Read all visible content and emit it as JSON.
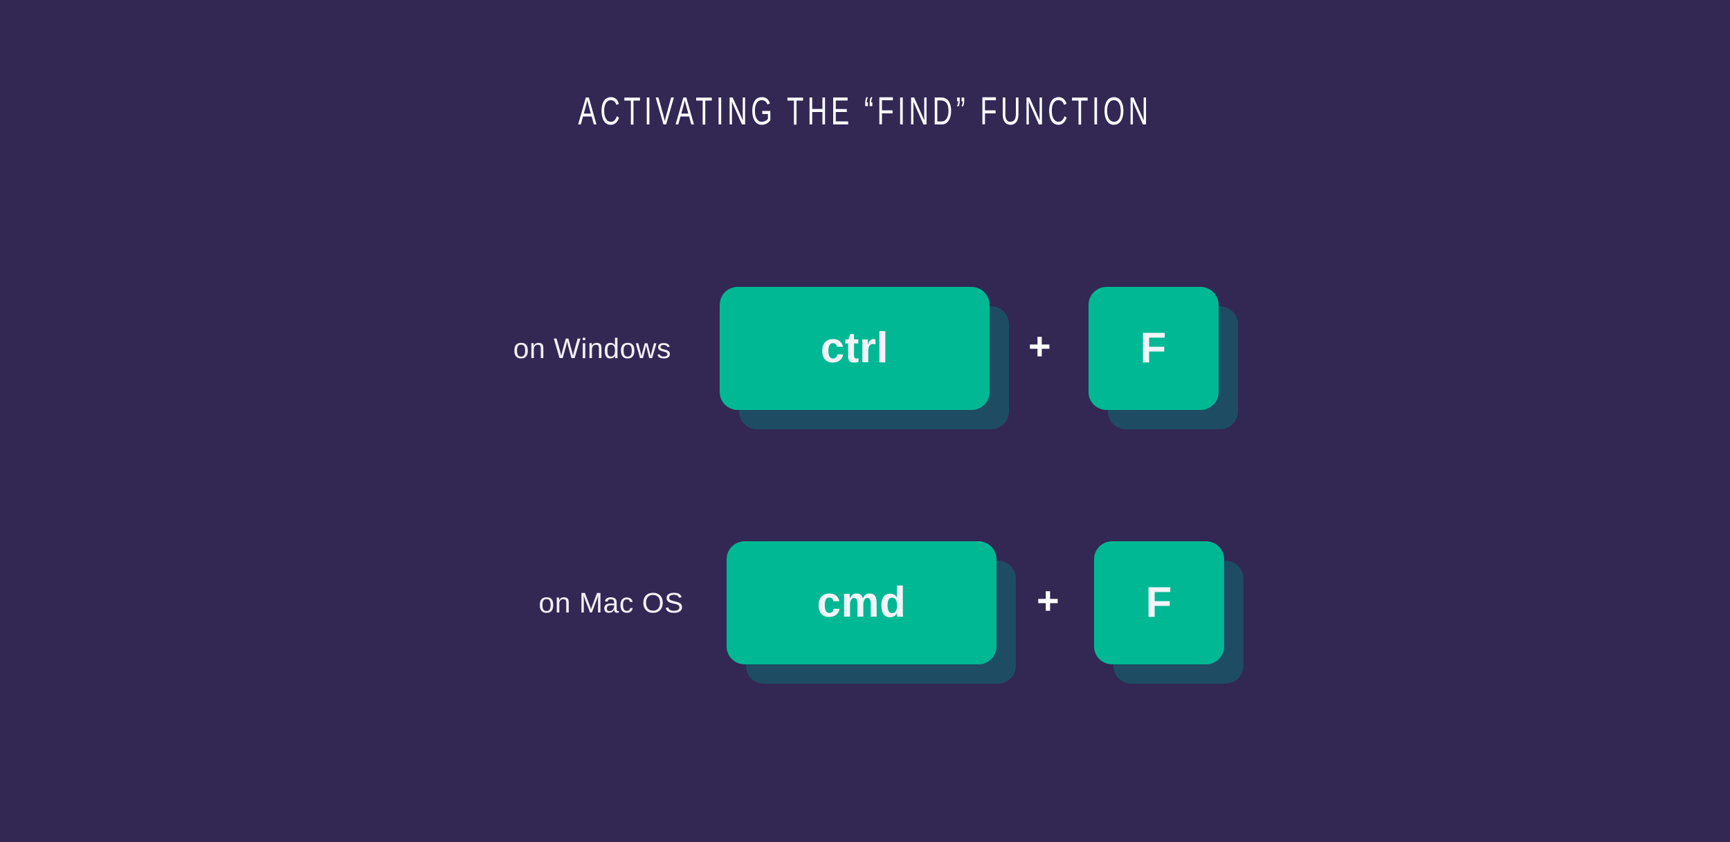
{
  "slide": {
    "background_color": "#332754",
    "title": "ACTIVATING THE “FIND” FUNCTION"
  },
  "colors": {
    "background": "#332754",
    "key_face": "#00b894",
    "key_shadow": "#1e4d63",
    "text": "#ffffff",
    "key_label": "#f2f4f8"
  },
  "rows": [
    {
      "os_label": "on Windows",
      "keys": [
        {
          "label": "ctrl",
          "shape": "wide"
        },
        {
          "label": "F",
          "shape": "square"
        }
      ],
      "separator": "+"
    },
    {
      "os_label": "on Mac OS",
      "keys": [
        {
          "label": "cmd",
          "shape": "wide"
        },
        {
          "label": "F",
          "shape": "square"
        }
      ],
      "separator": "+"
    }
  ]
}
